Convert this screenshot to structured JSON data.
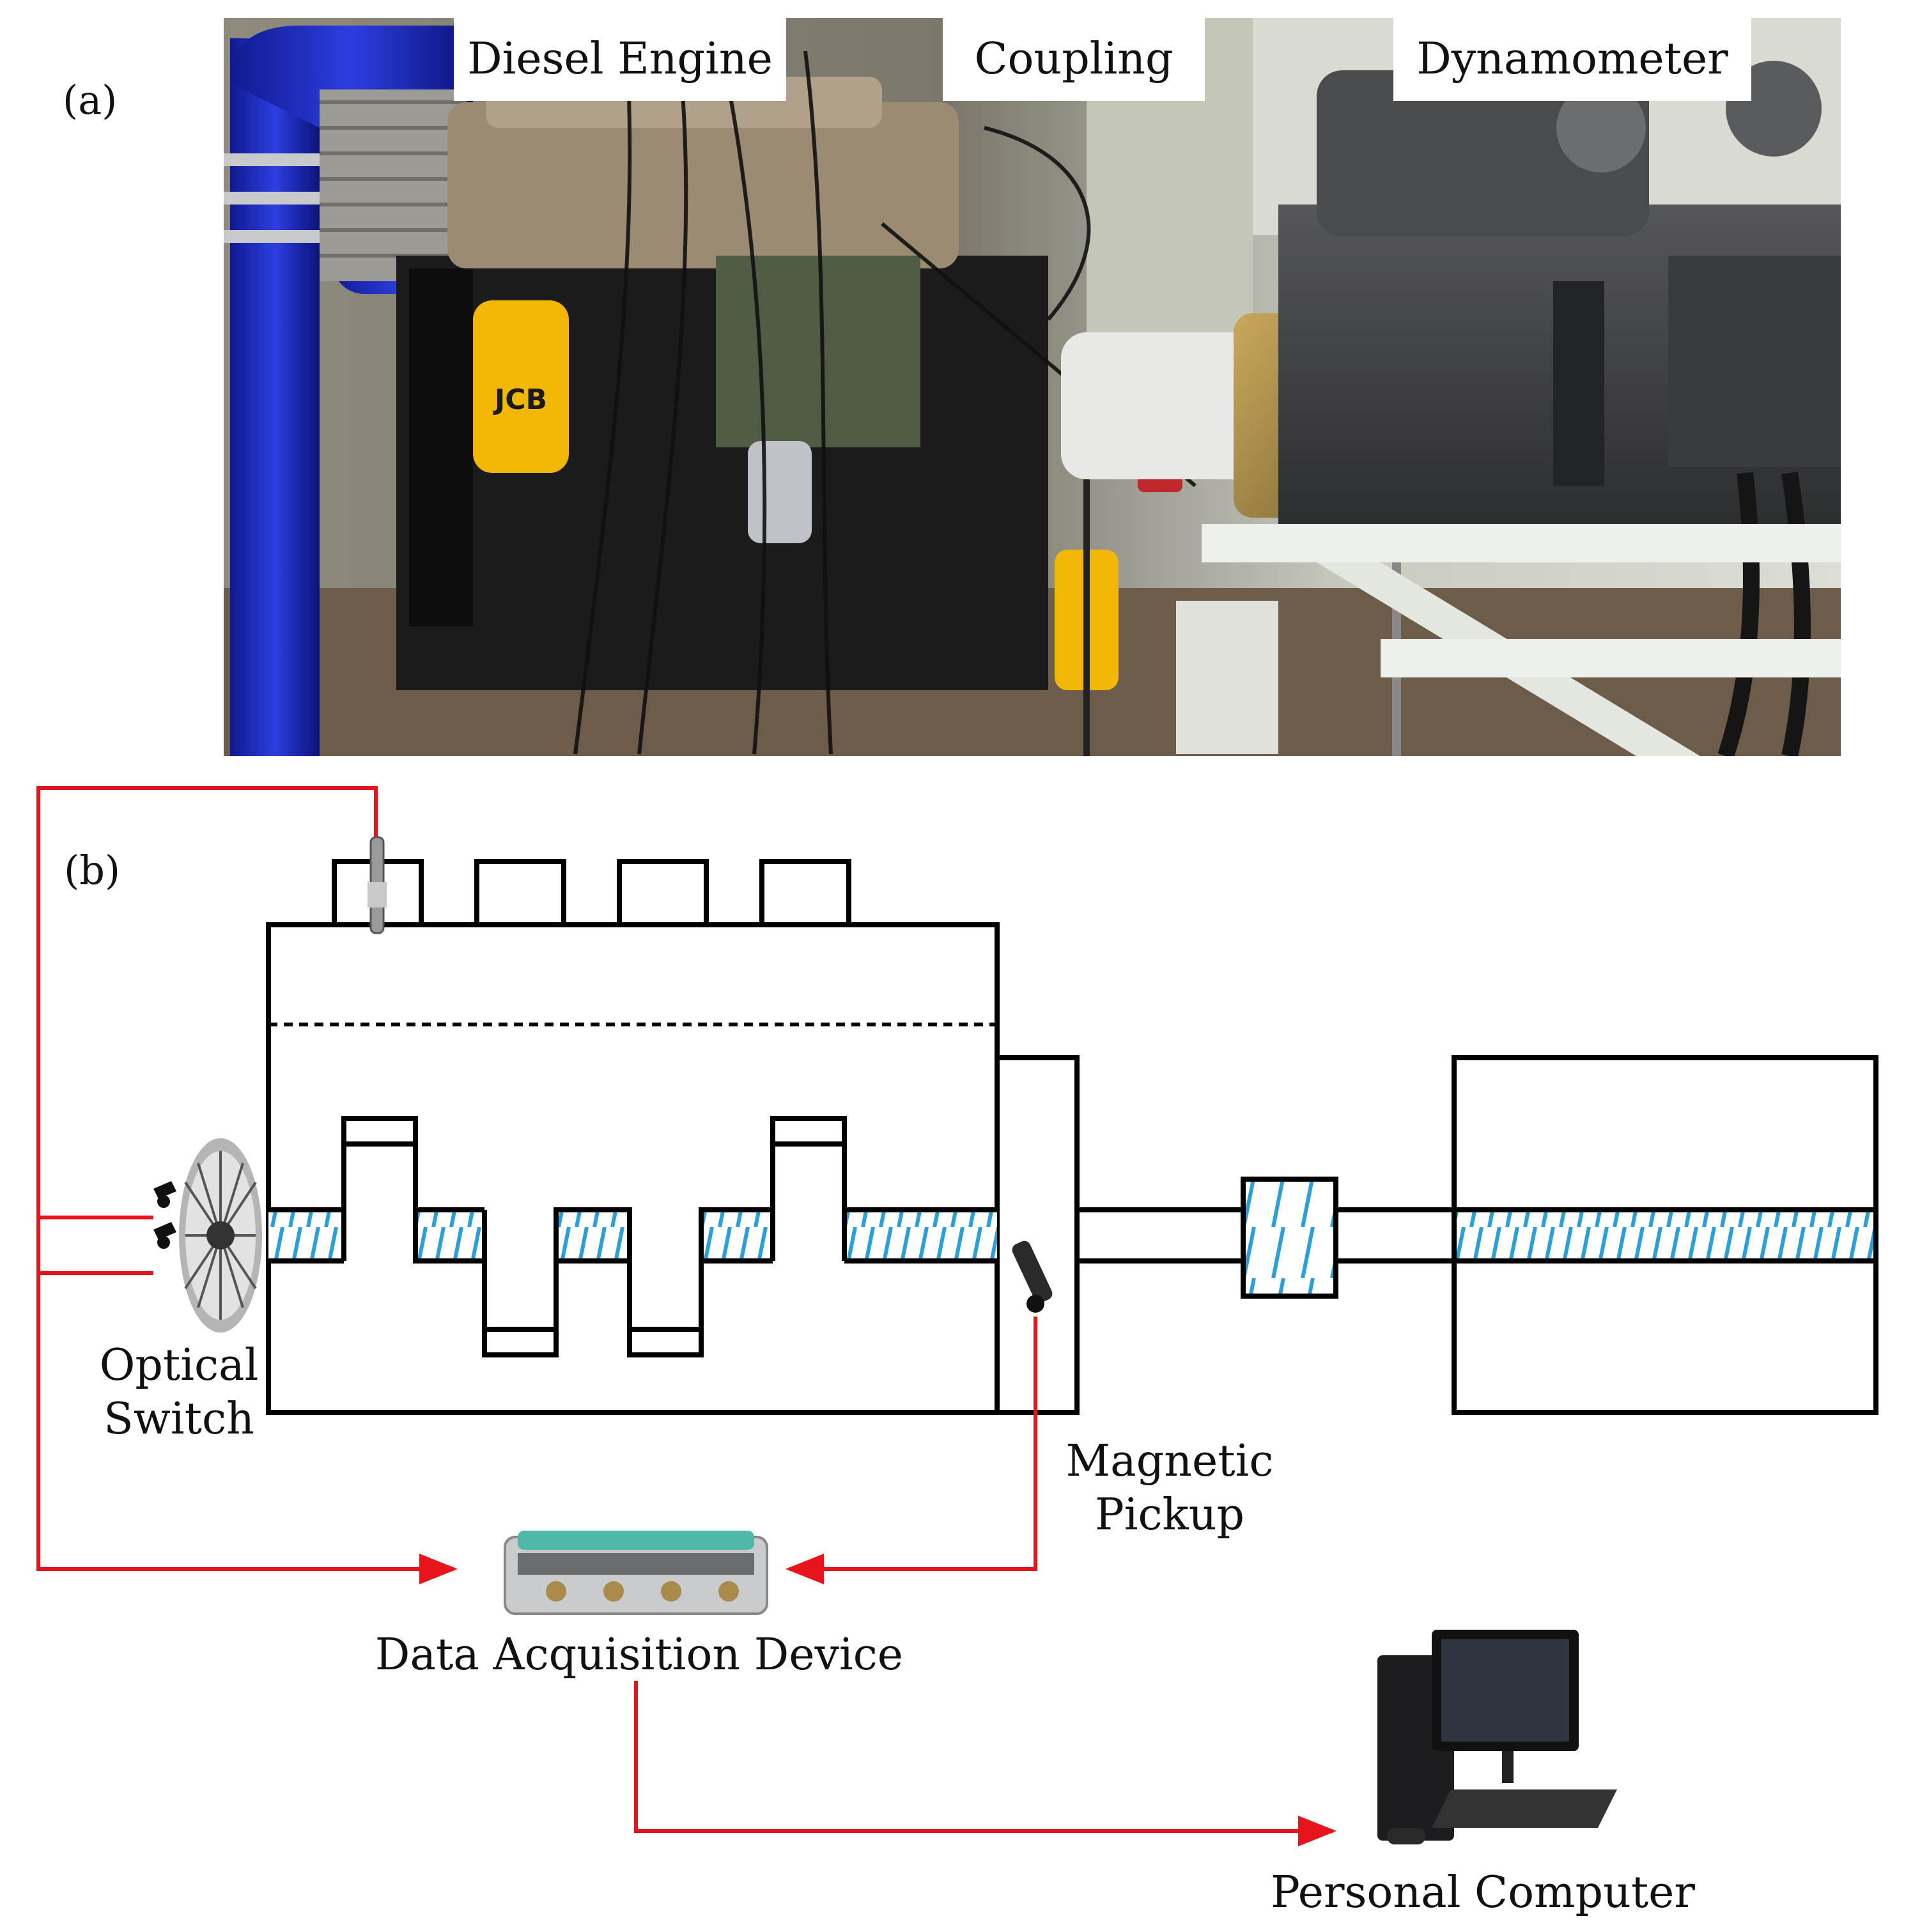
{
  "panel_a": {
    "label": "(a)",
    "callouts": {
      "engine": "Diesel Engine",
      "coupling": "Coupling",
      "dynamometer": "Dynamometer"
    },
    "brand_text": "JCB"
  },
  "panel_b": {
    "label": "(b)",
    "optical_switch": [
      "Optical",
      "Switch"
    ],
    "magnetic_pickup": [
      "Magnetic",
      "Pickup"
    ],
    "daq": "Data Acquisition Device",
    "pc": "Personal Computer"
  },
  "colors": {
    "signal_wire": "#e8141b",
    "shaft_hatch": "#2a9fd8",
    "outline": "#000000",
    "hose": "#1f2cc9",
    "filter": "#f2b705",
    "dyno": "#3f3f42",
    "coupling_brass": "#a88a4a"
  }
}
